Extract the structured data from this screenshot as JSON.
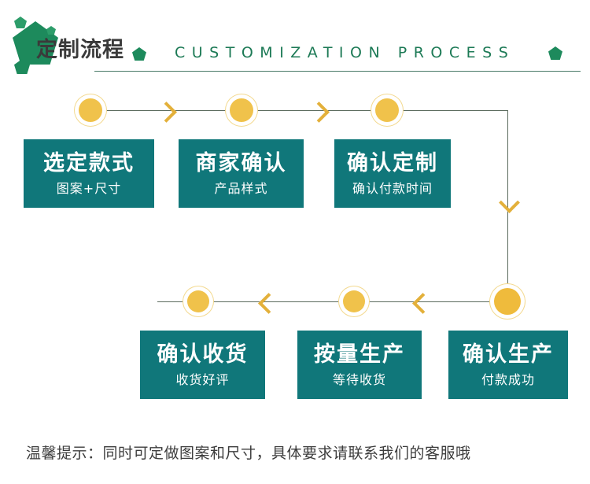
{
  "header": {
    "title_cn": "定制流程",
    "title_en": "CUSTOMIZATION PROCESS",
    "accent_green": "#1d8a5c",
    "rule_color": "#4a7a68"
  },
  "flow": {
    "box_color": "#10777a",
    "node_color": "#f0c24b",
    "line_color": "#5b6b5e",
    "arrow_color": "#e3b03a",
    "steps": [
      {
        "id": 1,
        "title": "选定款式",
        "subtitle": "图案+尺寸"
      },
      {
        "id": 2,
        "title": "商家确认",
        "subtitle": "产品样式"
      },
      {
        "id": 3,
        "title": "确认定制",
        "subtitle": "确认付款时间"
      },
      {
        "id": 4,
        "title": "确认生产",
        "subtitle": "付款成功"
      },
      {
        "id": 5,
        "title": "按量生产",
        "subtitle": "等待收货"
      },
      {
        "id": 6,
        "title": "确认收货",
        "subtitle": "收货好评"
      }
    ]
  },
  "footer": {
    "note": "温馨提示：同时可定做图案和尺寸，具体要求请联系我们的客服哦"
  }
}
